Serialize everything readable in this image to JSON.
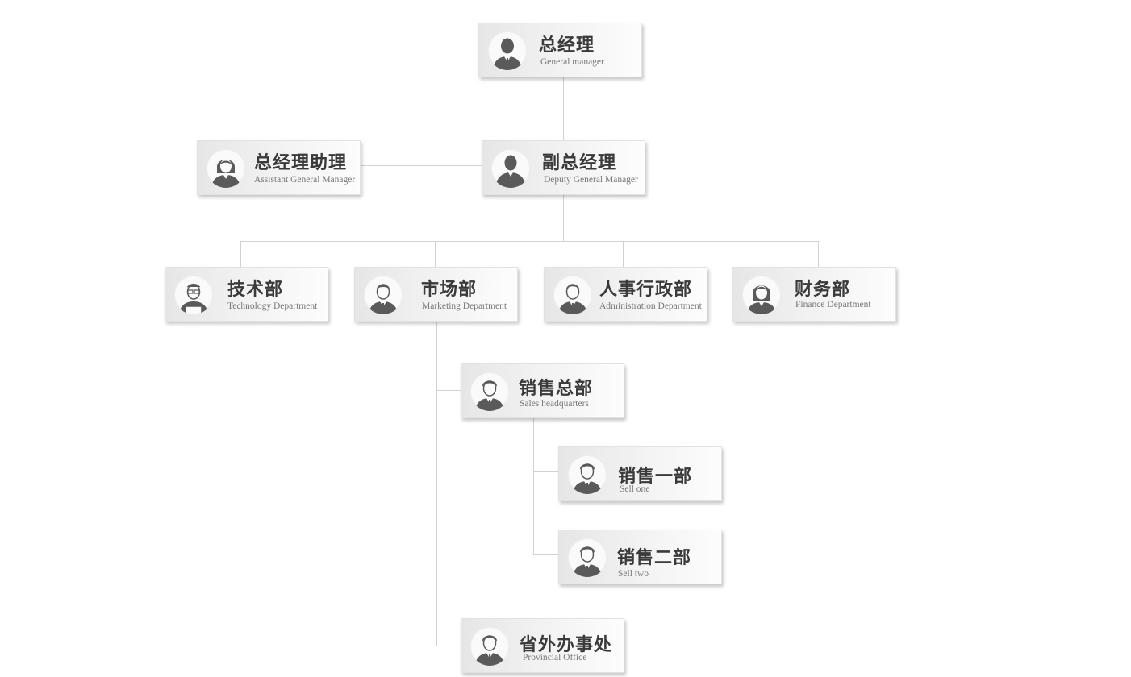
{
  "nodes": {
    "gm": {
      "title": "总经理",
      "subtitle": "General manager",
      "icon": "male-manager-icon"
    },
    "deputy": {
      "title": "副总经理",
      "subtitle": "Deputy General Manager",
      "icon": "male-executive-icon"
    },
    "assistant": {
      "title": "总经理助理",
      "subtitle": "Assistant General Manager",
      "icon": "female-assistant-icon"
    },
    "tech": {
      "title": "技术部",
      "subtitle": "Technology Department",
      "icon": "male-engineer-icon"
    },
    "marketing": {
      "title": "市场部",
      "subtitle": "Marketing Department",
      "icon": "male-staff-icon"
    },
    "admin": {
      "title": "人事行政部",
      "subtitle": "Administration Department",
      "icon": "male-staff-icon"
    },
    "finance": {
      "title": "财务部",
      "subtitle": "Finance Department",
      "icon": "female-staff-icon"
    },
    "sales_hq": {
      "title": "销售总部",
      "subtitle": "Sales headquarters",
      "icon": "male-sales-icon"
    },
    "sell_one": {
      "title": "销售一部",
      "subtitle": "Sell one",
      "icon": "male-sales-icon"
    },
    "sell_two": {
      "title": "销售二部",
      "subtitle": "Sell two",
      "icon": "male-sales-icon"
    },
    "provincial": {
      "title": "省外办事处",
      "subtitle": "Provincial Office",
      "icon": "male-sales-icon"
    }
  },
  "colors": {
    "connector": "#d2d2d2",
    "avatar_fill": "#5a5a5a",
    "title_text": "#3a3a3a",
    "subtitle_text": "#777777"
  }
}
